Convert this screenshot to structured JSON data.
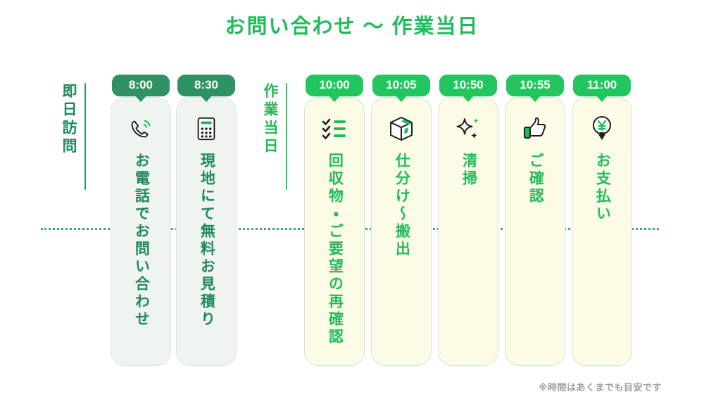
{
  "header": {
    "title": "お問い合わせ 〜 作業当日",
    "title_color": "#22bb5b"
  },
  "phases": [
    {
      "label": "即日訪問",
      "color": "#1f8a5a"
    },
    {
      "label": "作業当日",
      "color": "#22bb5b"
    }
  ],
  "timeline": {
    "steps": [
      {
        "time": "8:00",
        "text": "お電話でお問い合わせ",
        "icon": "phone-icon",
        "group": "same-day-visit",
        "badge_color": "#2e9263",
        "card_bg": "#f0f4f1"
      },
      {
        "time": "8:30",
        "text": "現地にて無料お見積り",
        "icon": "calculator-icon",
        "group": "same-day-visit",
        "badge_color": "#2e9263",
        "card_bg": "#f0f4f1"
      },
      {
        "time": "10:00",
        "text": "回収物・ご要望の再確認",
        "icon": "checklist-icon",
        "group": "work-day",
        "badge_color": "#22c55e",
        "card_bg": "#fbfbe6"
      },
      {
        "time": "10:05",
        "text": "仕分け〜搬出",
        "icon": "box-icon",
        "group": "work-day",
        "badge_color": "#22c55e",
        "card_bg": "#fbfbe6"
      },
      {
        "time": "10:50",
        "text": "清掃",
        "icon": "sparkle-icon",
        "group": "work-day",
        "badge_color": "#22c55e",
        "card_bg": "#fbfbe6"
      },
      {
        "time": "10:55",
        "text": "ご確認",
        "icon": "thumbs-up-icon",
        "group": "work-day",
        "badge_color": "#22c55e",
        "card_bg": "#fbfbe6"
      },
      {
        "time": "11:00",
        "text": "お支払い",
        "icon": "yen-coin-icon",
        "group": "work-day",
        "badge_color": "#22c55e",
        "card_bg": "#fbfbe6"
      }
    ]
  },
  "footnote": {
    "text": "※時間はあくまでも目安です"
  }
}
